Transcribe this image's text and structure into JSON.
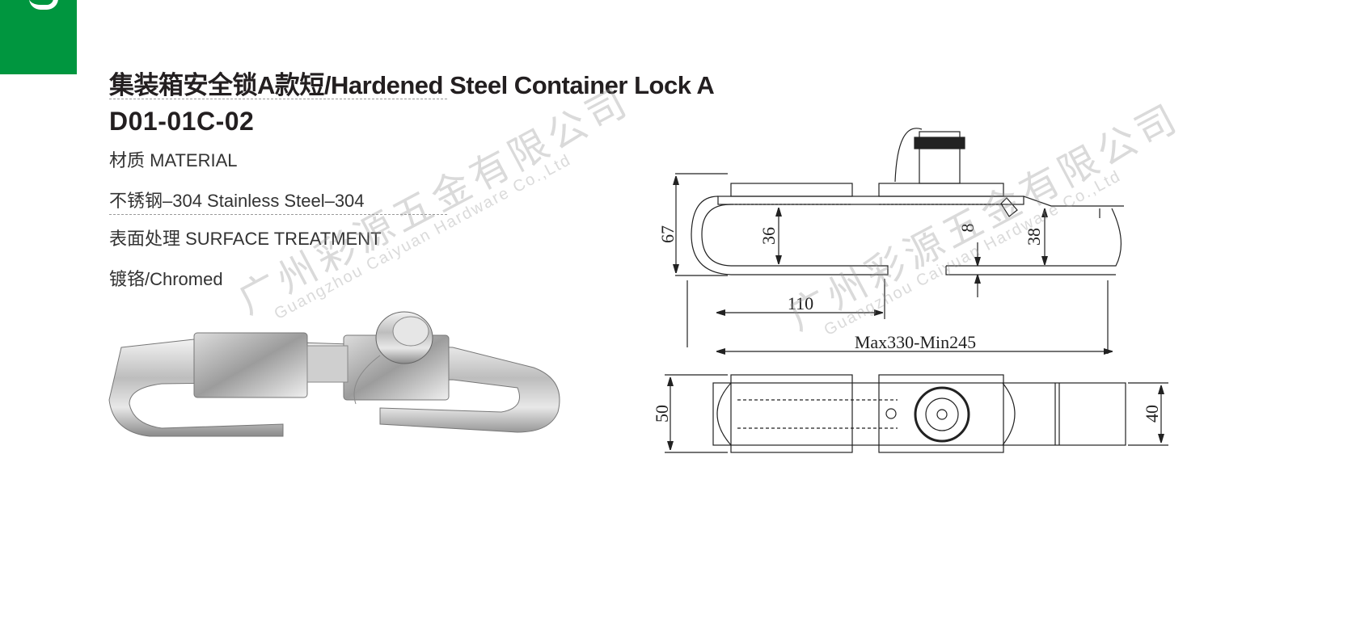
{
  "header": {
    "title": "集装箱安全锁A款短/Hardened Steel Container Lock A",
    "product_code": "D01-01C-02"
  },
  "specs": {
    "material_label": "材质  MATERIAL",
    "material_value": "不锈钢–304  Stainless Steel–304",
    "surface_label": "表面处理  SURFACE TREATMENT",
    "surface_value": "镀铬/Chromed"
  },
  "watermark": {
    "cn": "广州彩源五金有限公司",
    "en": "Guangzhou Caiyuan Hardware Co.,Ltd"
  },
  "drawing": {
    "dim_height": "67",
    "dim_inner": "36",
    "dim_gap": "8",
    "dim_right": "38",
    "dim_hook": "110",
    "dim_length": "Max330-Min245",
    "dim_width_left": "50",
    "dim_width_right": "40"
  },
  "colors": {
    "accent": "#00963f"
  }
}
